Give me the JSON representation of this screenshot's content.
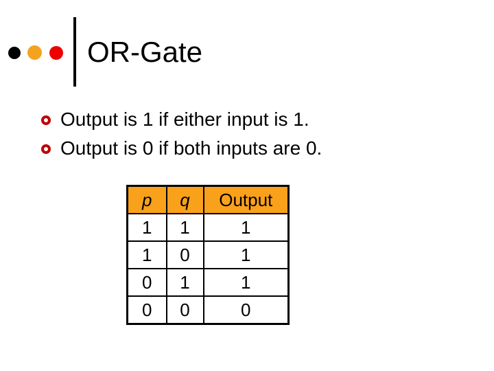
{
  "title": "OR-Gate",
  "bullets": [
    {
      "label": "Output is 1 if either input is 1."
    },
    {
      "label": "Output is 0 if both inputs are 0."
    }
  ],
  "table": {
    "headers": [
      "p",
      "q",
      "Output"
    ],
    "rows": [
      [
        "1",
        "1",
        "1"
      ],
      [
        "1",
        "0",
        "1"
      ],
      [
        "0",
        "1",
        "1"
      ],
      [
        "0",
        "0",
        "0"
      ]
    ]
  },
  "decorations": {
    "dot_icons": [
      "black-dot-icon",
      "orange-dot-icon",
      "red-dot-icon"
    ],
    "bullet_icon": "red-ring-bullet-icon"
  },
  "colors": {
    "header_bg": "#F9A11B",
    "dot_black": "#000000",
    "dot_orange": "#F5A21E",
    "dot_red": "#EE0000",
    "bullet_ring": "#C00000",
    "text": "#000000"
  }
}
